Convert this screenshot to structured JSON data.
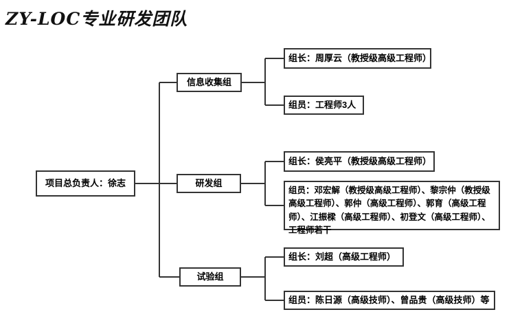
{
  "title": "ZY-LOC专业研发团队",
  "org_chart": {
    "root": {
      "label": "项目总负责人：徐志"
    },
    "groups": [
      {
        "name": "信息收集组",
        "leader": "组长：周厚云（教授级高级工程师）",
        "members": "组员：工程师3人"
      },
      {
        "name": "研发组",
        "leader": "组长：侯亮平（教授级高级工程师）",
        "members": "组员：邓宏解（教授级高级工程师）、黎宗仲（教授级高级工程师）、郭仲（高级工程师）、郭育（高级工程师）、江振樑（高级工程师）、初登文（高级工程师）、工程师若干"
      },
      {
        "name": "试验组",
        "leader": "组长：刘超（高级工程师）",
        "members": "组员：陈日源（高级技师）、曾品贵（高级技师）等"
      }
    ]
  },
  "colors": {
    "line": "#333333",
    "box_border": "#333333",
    "box_background": "#ffffff",
    "page_background": "#ffffff",
    "text": "#000000"
  }
}
